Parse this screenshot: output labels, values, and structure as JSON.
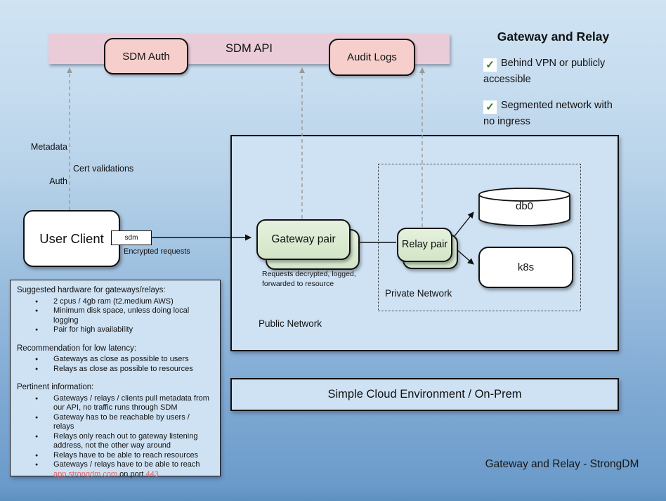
{
  "colors": {
    "pink_bar": "#e9ccd8",
    "pink_box": "#f6cfcc",
    "green_box": "#d9ead3",
    "blue_panel": "#cfe2f3",
    "highlight_red": "#e06666",
    "check_green": "#2d7a1f"
  },
  "api_bar": {
    "title": "SDM API",
    "auth_box": "SDM Auth",
    "audit_box": "Audit Logs"
  },
  "legend": {
    "title": "Gateway and Relay",
    "check_glyph": "✓",
    "items": [
      {
        "text": "Behind VPN or publicly accessible"
      },
      {
        "text": "Segmented network with no ingress"
      }
    ]
  },
  "client_flow": {
    "metadata_label": "Metadata",
    "cert_label": "Cert validations",
    "auth_label": "Auth",
    "user_client_label": "User Client",
    "sdm_badge": "sdm",
    "encrypted_label": "Encrypted requests"
  },
  "public_network": {
    "label": "Public Network",
    "gateway_label": "Gateway pair",
    "gateway_caption": "Requests decrypted, logged,\nforwarded to resource"
  },
  "private_network": {
    "label": "Private Network",
    "relay_label": "Relay pair",
    "db_label": "db0",
    "k8s_label": "k8s"
  },
  "cloud_banner": {
    "label": "Simple Cloud Environment / On-Prem"
  },
  "footer": {
    "label": "Gateway and Relay - StrongDM"
  },
  "info_panel": {
    "sections": [
      {
        "heading": "Suggested hardware for gateways/relays:",
        "bullets": [
          [
            {
              "t": "2 cpus / 4gb ram (t2.medium AWS)"
            }
          ],
          [
            {
              "t": "Minimum disk space, unless doing local logging"
            }
          ],
          [
            {
              "t": "Pair for high availability"
            }
          ]
        ]
      },
      {
        "heading": "Recommendation for low latency:",
        "bullets": [
          [
            {
              "t": "Gateways as close as possible to users"
            }
          ],
          [
            {
              "t": "Relays as close as possible to resources"
            }
          ]
        ]
      },
      {
        "heading": "Pertinent information:",
        "bullets": [
          [
            {
              "t": "Gateways / relays / clients pull metadata from our API, no traffic runs through SDM"
            }
          ],
          [
            {
              "t": "Gateway has to be reachable by users / relays"
            }
          ],
          [
            {
              "t": "Relays only reach out to gateway listening address, not the other way around"
            }
          ],
          [
            {
              "t": "Relays have to be able to reach resources"
            }
          ],
          [
            {
              "t": "Gateways / relays have to be able to reach "
            },
            {
              "t": "app.strongdm.com",
              "c": "#e06666"
            },
            {
              "t": " on port "
            },
            {
              "t": "443",
              "c": "#e06666"
            }
          ]
        ]
      }
    ]
  }
}
